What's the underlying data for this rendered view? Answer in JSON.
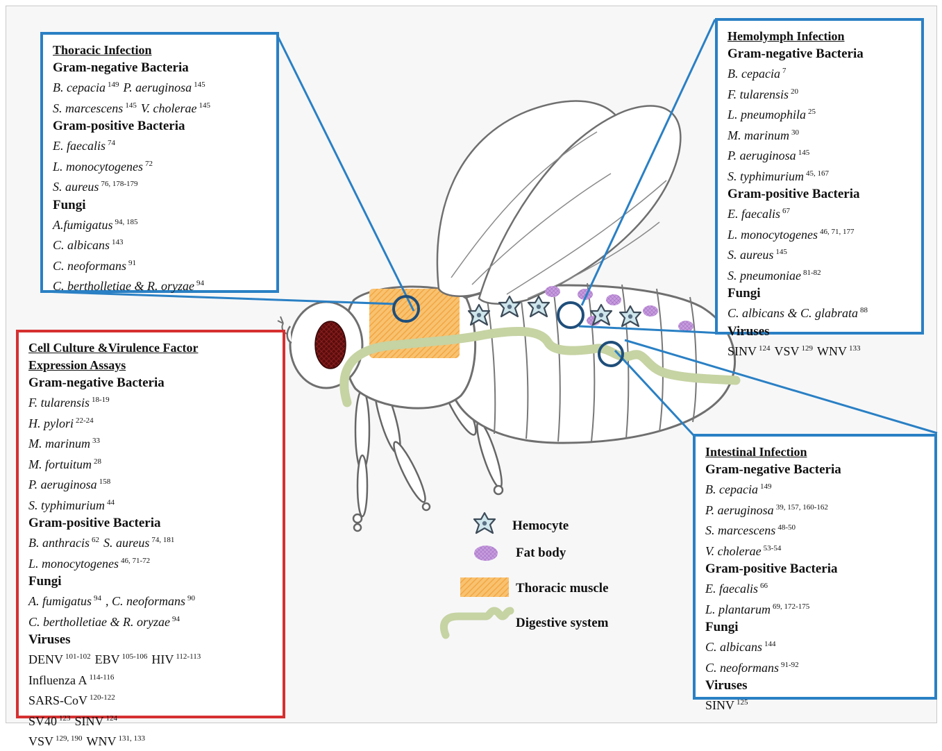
{
  "thoracic": {
    "title": "Thoracic Infection",
    "gram_neg_heading": "Gram-negative Bacteria",
    "gram_neg": [
      [
        {
          "name": "B. cepacia",
          "ref": "149"
        },
        {
          "name": "P. aeruginosa",
          "ref": "145"
        }
      ],
      [
        {
          "name": "S. marcescens",
          "ref": "145"
        },
        {
          "name": "V. cholerae",
          "ref": "145"
        }
      ]
    ],
    "gram_pos_heading": "Gram-positive Bacteria",
    "gram_pos": [
      {
        "name": "E. faecalis",
        "ref": "74"
      },
      {
        "name": "L. monocytogenes",
        "ref": "72"
      },
      {
        "name": "S. aureus",
        "ref": "76, 178-179"
      }
    ],
    "fungi_heading": "Fungi",
    "fungi": [
      {
        "name": "A.fumigatus",
        "ref": "94, 185"
      },
      {
        "name": "C. albicans",
        "ref": "143"
      },
      {
        "name": "C. neoformans",
        "ref": "91"
      },
      {
        "name": "C. bertholletiae & R. oryzae",
        "ref": "94"
      }
    ]
  },
  "hemolymph": {
    "title": "Hemolymph Infection",
    "gram_neg_heading": "Gram-negative Bacteria",
    "gram_neg": [
      {
        "name": "B. cepacia",
        "ref": "7"
      },
      {
        "name": "F. tularensis",
        "ref": "20"
      },
      {
        "name": "L. pneumophila",
        "ref": "25"
      },
      {
        "name": "M. marinum",
        "ref": "30"
      },
      {
        "name": "P. aeruginosa",
        "ref": "145"
      },
      {
        "name": "S. typhimurium",
        "ref": "45, 167"
      }
    ],
    "gram_pos_heading": "Gram-positive Bacteria",
    "gram_pos": [
      {
        "name": "E. faecalis",
        "ref": "67"
      },
      {
        "name": "L. monocytogenes",
        "ref": "46, 71, 177"
      },
      {
        "name": "S. aureus",
        "ref": "145"
      },
      {
        "name": "S. pneumoniae",
        "ref": "81-82"
      }
    ],
    "fungi_heading": "Fungi",
    "fungi": [
      {
        "name": "C. albicans & C. glabrata",
        "ref": "88"
      }
    ],
    "viruses_heading": "Viruses",
    "viruses": [
      [
        {
          "name": "SINV",
          "ref": "124"
        },
        {
          "name": "VSV",
          "ref": "129"
        },
        {
          "name": "WNV",
          "ref": "133"
        }
      ]
    ]
  },
  "cell_culture": {
    "title_line1": "Cell Culture &Virulence Factor",
    "title_line2": "Expression Assays",
    "gram_neg_heading": "Gram-negative Bacteria",
    "gram_neg": [
      {
        "name": "F. tularensis",
        "ref": "18-19"
      },
      {
        "name": "H. pylori",
        "ref": "22-24"
      },
      {
        "name": "M. marinum",
        "ref": "33"
      },
      {
        "name": "M. fortuitum",
        "ref": "28"
      },
      {
        "name": "P. aeruginosa",
        "ref": "158"
      },
      {
        "name": "S. typhimurium",
        "ref": "44"
      }
    ],
    "gram_pos_heading": "Gram-positive Bacteria",
    "gram_pos": [
      [
        {
          "name": "B. anthracis",
          "ref": "62"
        },
        {
          "name": "S. aureus",
          "ref": "74, 181"
        }
      ],
      [
        {
          "name": "L. monocytogenes",
          "ref": "46, 71-72"
        }
      ]
    ],
    "fungi_heading": "Fungi",
    "fungi": [
      [
        {
          "name": "A. fumigatus",
          "ref": "94"
        },
        {
          "name": ",  C. neoformans",
          "ref": "90"
        }
      ],
      [
        {
          "name": "C. bertholletiae & R. oryzae",
          "ref": "94"
        }
      ]
    ],
    "viruses_heading": "Viruses",
    "viruses": [
      [
        {
          "name": "DENV",
          "ref": "101-102"
        },
        {
          "name": "EBV",
          "ref": "105-106"
        },
        {
          "name": "HIV",
          "ref": "112-113"
        }
      ],
      [
        {
          "name": "Influenza A",
          "ref": "114-116"
        }
      ],
      [
        {
          "name": "SARS-CoV",
          "ref": "120-122"
        }
      ],
      [
        {
          "name": "SV40",
          "ref": "123"
        },
        {
          "name": "SINV",
          "ref": "124"
        }
      ],
      [
        {
          "name": "VSV",
          "ref": "129, 190"
        },
        {
          "name": "WNV",
          "ref": "131, 133"
        }
      ]
    ]
  },
  "intestinal": {
    "title": "Intestinal Infection",
    "gram_neg_heading": "Gram-negative Bacteria",
    "gram_neg": [
      {
        "name": "B. cepacia",
        "ref": "149"
      },
      {
        "name": "P. aeruginosa",
        "ref": "39, 157, 160-162"
      },
      {
        "name": "S. marcescens",
        "ref": "48-50"
      },
      {
        "name": "V. cholerae",
        "ref": "53-54"
      }
    ],
    "gram_pos_heading": "Gram-positive Bacteria",
    "gram_pos": [
      {
        "name": "E. faecalis",
        "ref": "66"
      },
      {
        "name": " L. plantarum",
        "ref": "69, 172-175"
      }
    ],
    "fungi_heading": "Fungi",
    "fungi": [
      {
        "name": "C. albicans",
        "ref": "144"
      },
      {
        "name": "C. neoformans",
        "ref": "91-92"
      }
    ],
    "viruses_heading": "Viruses",
    "viruses": [
      [
        {
          "name": "SINV",
          "ref": "125"
        }
      ]
    ]
  },
  "legend": {
    "hemocyte": "Hemocyte",
    "fat_body": "Fat body",
    "thoracic_muscle": "Thoracic muscle",
    "digestive_system": "Digestive system"
  },
  "colors": {
    "box_blue": "#2a80c4",
    "box_red": "#d63030",
    "eye": "#6b1212",
    "muscle": "#f6b455",
    "fat_body": "#b68ad0",
    "hemocyte": "#cfe6ec",
    "gut": "#c6d3a3"
  }
}
